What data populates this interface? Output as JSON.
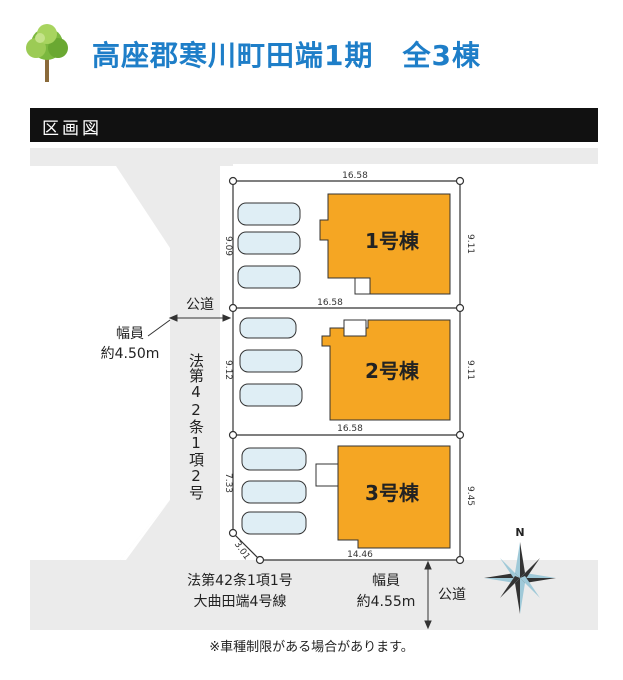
{
  "page": {
    "title": "高座郡寒川町田端1期　全3棟",
    "section_label": "区画図",
    "note": "※車種制限がある場合があります。"
  },
  "roads": {
    "left_road_label": "公道",
    "left_width_label": "幅員",
    "left_width_value": "約4.50m",
    "left_law_label": "法第42条1項2号",
    "bottom_road_label": "公道",
    "bottom_width_label": "幅員",
    "bottom_width_value": "約4.55m",
    "bottom_law_line1": "法第42条1項1号",
    "bottom_law_line2": "大曲田端4号線"
  },
  "lots": [
    {
      "name": "1号棟",
      "top_dim": "16.58",
      "bottom_dim": "16.58",
      "left_dim": "9.09",
      "right_dim": "9.11"
    },
    {
      "name": "2号棟",
      "bottom_dim": "16.58",
      "left_dim": "9.12",
      "right_dim": "9.11"
    },
    {
      "name": "3号棟",
      "bottom_dim": "14.46",
      "left_dim": "7.33",
      "right_dim": "9.45",
      "corner_dim": "3.01"
    }
  ],
  "compass": {
    "north_label": "N"
  },
  "colors": {
    "title": "#1e7ec8",
    "house_fill": "#f5a623",
    "road_fill": "#ebebeb",
    "header_bar": "#111111"
  }
}
